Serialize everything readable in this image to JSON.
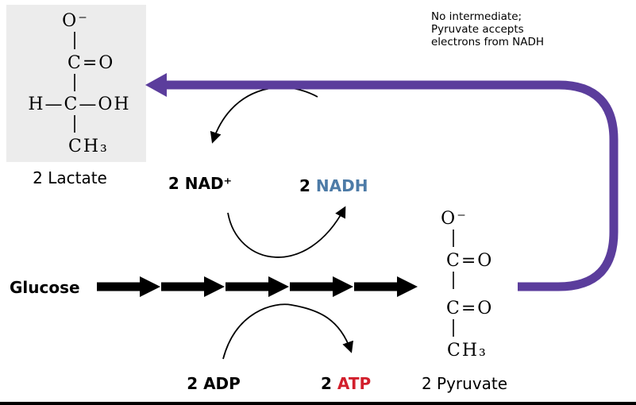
{
  "colors": {
    "purple": "#5b3d9c",
    "red": "#d21f2c",
    "blue": "#4d7ba7",
    "box_gray": "#ececec"
  },
  "annotation": {
    "line1": "No intermediate;",
    "line2": "Pyruvate accepts",
    "line3": "electrons from NADH"
  },
  "glucose": {
    "label": "Glucose"
  },
  "lactate": {
    "o_minus": "O⁻",
    "c_double_bond_o": "C=O",
    "h_c_oh": "H—C—OH",
    "ch3": "CH₃",
    "label": "2 Lactate"
  },
  "pyruvate": {
    "o_minus": "O⁻",
    "c_double_bond_o_upper": "C=O",
    "c_double_bond_o_lower": "C=O",
    "ch3": "CH₃",
    "label": "2 Pyruvate"
  },
  "cofactors": {
    "nad_label": "2 NAD⁺",
    "nadh_prefix": "2 ",
    "nadh": "NADH"
  },
  "energy": {
    "adp_label": "2 ADP",
    "atp_prefix": "2 ",
    "atp": "ATP"
  }
}
